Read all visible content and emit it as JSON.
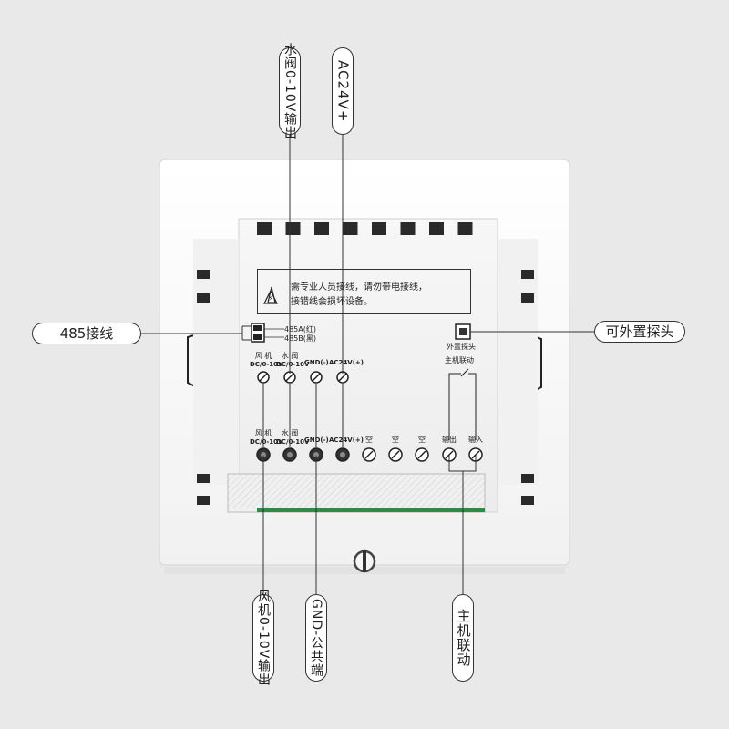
{
  "callouts": {
    "rs485": "485接线",
    "external_probe": "可外置探头",
    "valve_output": "水阀0-10V输出",
    "ac24v_plus": "AC24V+",
    "fan_output": "风机0-10V输出",
    "gnd_common": "GND-公共端",
    "host_link": "主机联动"
  },
  "warning": {
    "line1": "需专业人员接线，请勿带电接线，",
    "line2": "接错线会损坏设备。"
  },
  "labels": {
    "rs485_a": "485A(红)",
    "rs485_b": "485B(黑)",
    "ext_probe": "外置探头",
    "host_link": "主机联动",
    "upper": {
      "fan_cn": "风 机",
      "fan_dc": "DC/0-10V",
      "valve_cn": "水 阀",
      "valve_dc": "DC/0-10V",
      "gnd": "GND(-)",
      "ac24": "AC24V(+)"
    },
    "lower": {
      "fan_cn": "风 机",
      "fan_dc": "DC/0-10V",
      "valve_cn": "水 阀",
      "valve_dc": "DC/0-10V",
      "gnd": "GND(-)",
      "ac24": "AC24V(+)",
      "empty1": "空",
      "empty2": "空",
      "empty3": "空",
      "out": "输出",
      "in": "输入"
    }
  },
  "colors": {
    "background": "#e9e9e9",
    "plate": "#fbfbfb",
    "body": "#f2f2f2",
    "connector": "#2a2a2a",
    "pcb_green": "#2e8a4a"
  }
}
